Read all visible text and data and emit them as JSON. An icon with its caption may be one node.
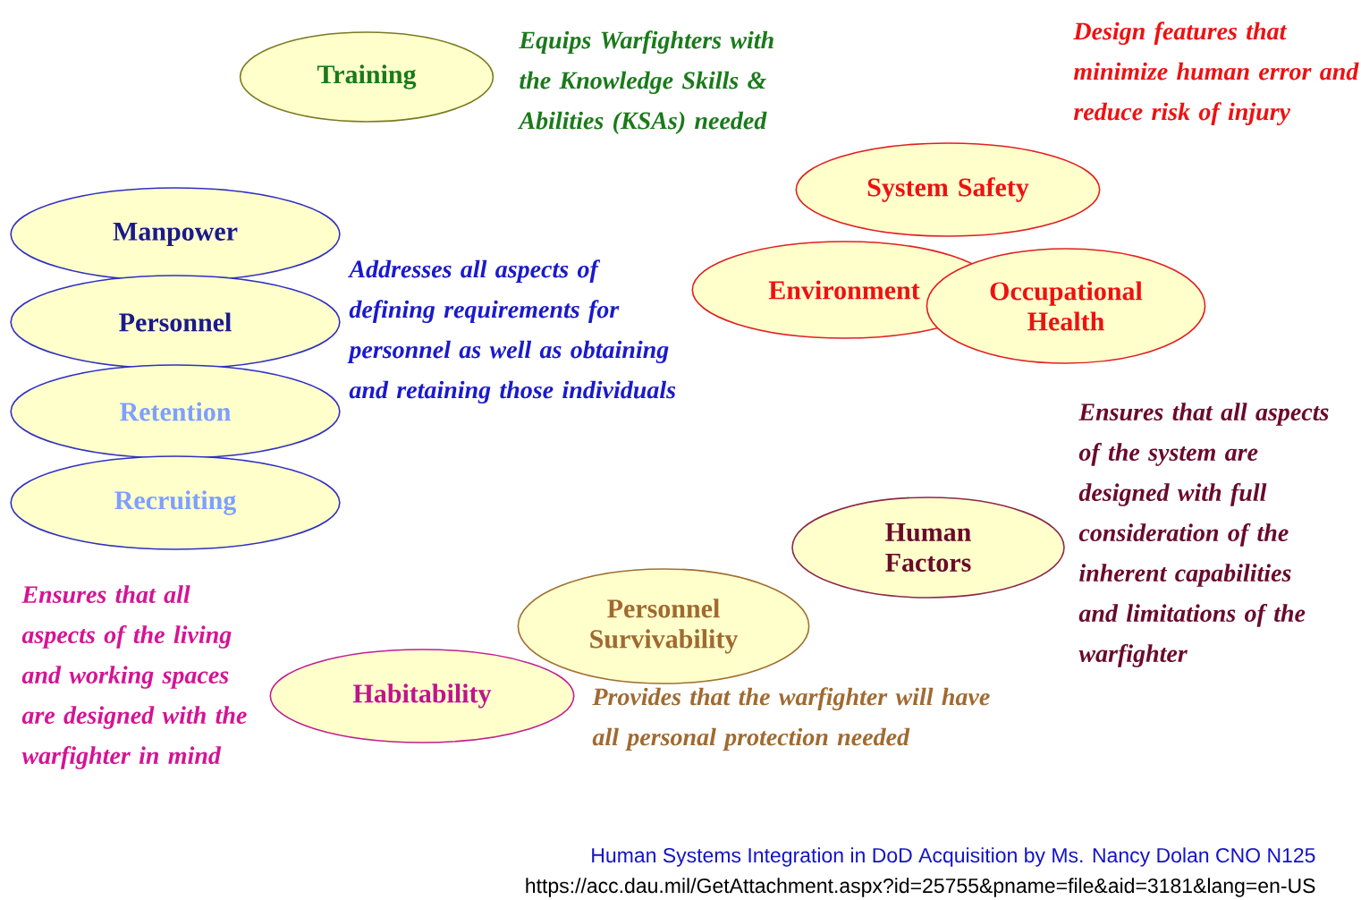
{
  "diagram": {
    "nodes": [
      {
        "text": [
          "Training"
        ]
      },
      {
        "text": [
          "Manpower"
        ]
      },
      {
        "text": [
          "Personnel"
        ]
      },
      {
        "text": [
          "Retention"
        ]
      },
      {
        "text": [
          "Recruiting"
        ]
      },
      {
        "text": [
          "System Safety"
        ]
      },
      {
        "text": [
          "Environment"
        ]
      },
      {
        "text": [
          "Occupational Health"
        ]
      },
      {
        "text": [
          "Human Factors"
        ]
      },
      {
        "text": [
          "Personnel Survivability"
        ]
      },
      {
        "text": [
          "Habitability"
        ]
      }
    ],
    "labels": [
      "Equips Warfighters with the Knowledge Skills & Abilities (KSAs) needed",
      "Design features that minimize human error and reduce risk of injury",
      "Addresses all aspects of defining requirements for personnel as well as obtaining and retaining those individuals",
      "Ensures that all aspects of the system are designed with full consideration of the inherent capabilities and limitations of the warfighter",
      "Ensures that all aspects of the living and working spaces are designed with the warfighter in mind",
      "Provides that the warfighter will have all personal protection needed",
      "Human Systems Integration in DoD Acquisition by Ms. Nancy Dolan CNO N125",
      "https://acc.dau.mil/GetAttachment.aspx?id=25755&pname=file&aid=3181&lang=en-US"
    ]
  }
}
